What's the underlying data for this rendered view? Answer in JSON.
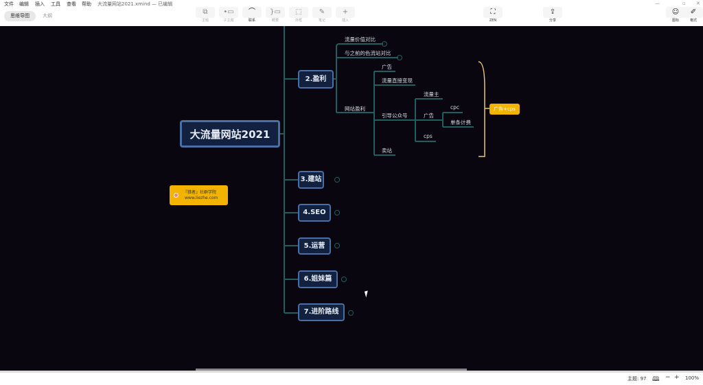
{
  "menu": [
    "文件",
    "编辑",
    "插入",
    "工具",
    "查看",
    "帮助"
  ],
  "doc_title": "大流量网站2021.xmind — 已编辑",
  "view_tabs": {
    "mindmap": "思维导图",
    "outline": "大纲"
  },
  "tools": [
    {
      "icon": "topic-icon",
      "label": "主题"
    },
    {
      "icon": "subtopic-icon",
      "label": "子主题"
    },
    {
      "icon": "relationship-icon",
      "label": "联系"
    },
    {
      "icon": "summary-icon",
      "label": "概要"
    },
    {
      "icon": "boundary-icon",
      "label": "外框"
    },
    {
      "icon": "note-icon",
      "label": "笔记"
    },
    {
      "icon": "plus-icon",
      "label": "插入"
    }
  ],
  "zen_label": "ZEN",
  "share_label": "分享",
  "icon_panel_label": "图标",
  "format_panel_label": "格式",
  "map": {
    "central": "大流量网站2021",
    "branches": [
      "2.盈利",
      "3.建站",
      "4.SEO",
      "5.运营",
      "6.姐妹篇",
      "7.进阶路线"
    ],
    "profit": {
      "c1": "流量价值对比",
      "c2": "与之前的色流站对比",
      "c3": "网站盈利",
      "site": {
        "a": "广告",
        "b": "流量直接变现",
        "c": "引导公众号",
        "d": "卖站",
        "gzh": {
          "a": "流量主",
          "b": "广告",
          "c": "cps",
          "ad": {
            "a": "cpc",
            "b": "单条计费"
          }
        }
      }
    },
    "summary": "广告+cps",
    "floating": {
      "line1": "『猎者』社群学院",
      "line2": "www.liezhe.com"
    }
  },
  "status": {
    "topics": "主题: 97",
    "zoom": "100%"
  },
  "colors": {
    "canvas": "#09060f",
    "line": "#1f5f5f",
    "node_border": "#4a6fa5",
    "summary": "#f2b400"
  }
}
